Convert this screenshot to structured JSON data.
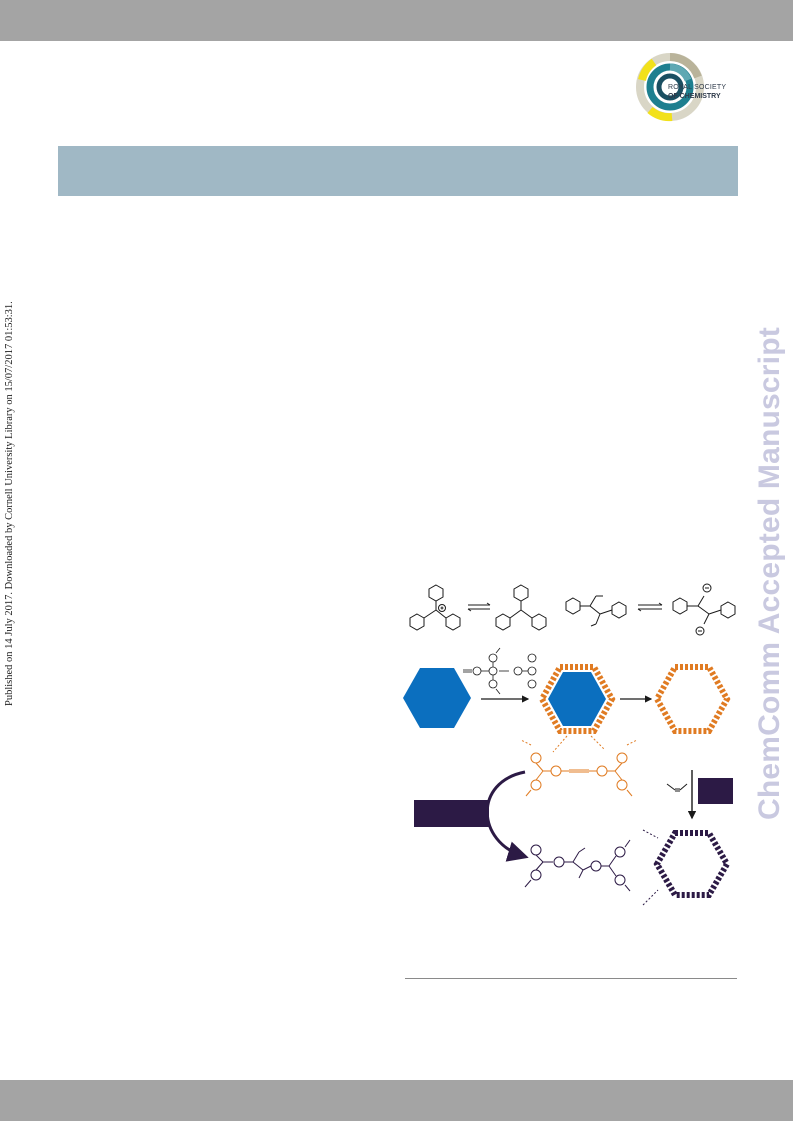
{
  "header": {
    "bar_color": "#a4a4a4",
    "banner_color": "#a0b8c5"
  },
  "logo": {
    "line1": "ROYAL SOCIETY",
    "line2": "OF CHEMISTRY"
  },
  "side_text": "Published on 14 July 2017. Downloaded by Cornell University Library on 15/07/2017 01:53:31.",
  "watermark": "ChemComm Accepted Manuscript",
  "figure": {
    "colors": {
      "blue": "#0b6fbf",
      "orange": "#e07b22",
      "purple": "#2c1a45",
      "black": "#1a1a1a"
    }
  }
}
